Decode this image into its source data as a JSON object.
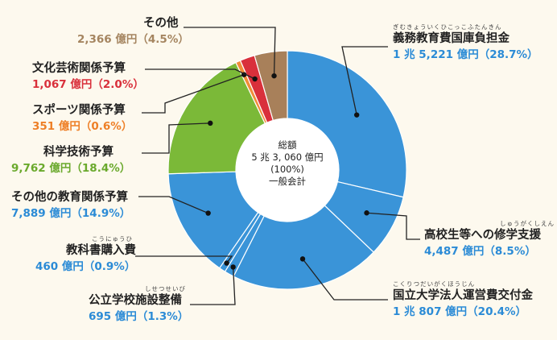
{
  "center": {
    "line1": "総額",
    "line2": "5 兆 3, 060 億円",
    "line3": "(100%)",
    "line4": "一般会計"
  },
  "chart_data": {
    "type": "pie",
    "title": "",
    "unit": "億円",
    "total": 53060,
    "categories": [
      "義務教育費国庫負担金",
      "高校生等への修学支援",
      "国立大学法人運営費交付金",
      "公立学校施設整備",
      "教科書購入費",
      "その他の教育関係予算",
      "科学技術予算",
      "スポーツ関係予算",
      "文化芸術関係予算",
      "その他"
    ],
    "values": [
      15221,
      4487,
      10807,
      695,
      460,
      7889,
      9762,
      351,
      1067,
      2366
    ],
    "percents": [
      28.7,
      8.5,
      20.4,
      1.3,
      0.9,
      14.9,
      18.4,
      0.6,
      2.0,
      4.5
    ],
    "colors": [
      "#3a94d8",
      "#3a94d8",
      "#3a94d8",
      "#3a94d8",
      "#3a94d8",
      "#3a94d8",
      "#7bb938",
      "#f08d39",
      "#d9303b",
      "#a8805a"
    ]
  },
  "labels": [
    {
      "name": "義務教育費国庫負担金",
      "ruby": "ぎむきょういくひこっこふたんきん",
      "value": "1 兆 5,221 億円（28.7%）",
      "color": "#2b8bd6"
    },
    {
      "name": "高校生等への修学支援",
      "ruby": "しゅうがくしえん",
      "value": "4,487 億円（8.5%）",
      "color": "#2b8bd6"
    },
    {
      "name": "国立大学法人運営費交付金",
      "ruby": "こくりつだいがくほうじん",
      "value": "1 兆 807 億円（20.4%）",
      "color": "#2b8bd6"
    },
    {
      "name": "公立学校施設整備",
      "ruby": "しせつせいび",
      "value": "695 億円（1.3%）",
      "color": "#2b8bd6"
    },
    {
      "name": "教科書購入費",
      "ruby": "こうにゅうひ",
      "value": "460 億円（0.9%）",
      "color": "#2b8bd6"
    },
    {
      "name": "その他の教育関係予算",
      "ruby": "",
      "value": "7,889 億円（14.9%）",
      "color": "#2b8bd6"
    },
    {
      "name": "科学技術予算",
      "ruby": "",
      "value": "9,762 億円（18.4%）",
      "color": "#6aa92c"
    },
    {
      "name": "スポーツ関係予算",
      "ruby": "",
      "value": "351 億円（0.6%）",
      "color": "#ee7f26"
    },
    {
      "name": "文化芸術関係予算",
      "ruby": "",
      "value": "1,067 億円（2.0%）",
      "color": "#d9303b"
    },
    {
      "name": "その他",
      "ruby": "",
      "value": "2,366 億円（4.5%）",
      "color": "#a58560"
    }
  ]
}
